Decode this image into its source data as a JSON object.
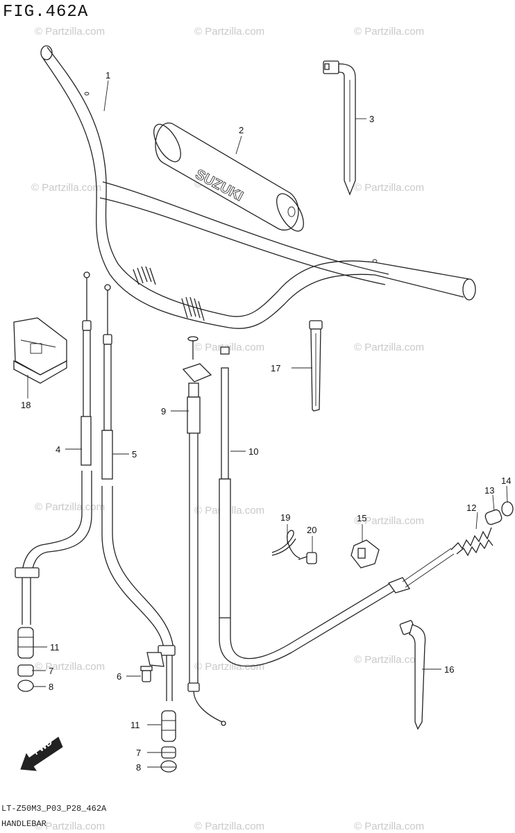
{
  "figure": {
    "title": "FIG.462A",
    "code": "LT-Z50M3_P03_P28_462A",
    "caption": "HANDLEBAR",
    "fwd_label": "FWD",
    "brand_text": "SUZUKI"
  },
  "watermark": {
    "text": "© Partzilla.com"
  },
  "callouts": [
    "1",
    "2",
    "3",
    "4",
    "5",
    "6",
    "7",
    "8",
    "9",
    "10",
    "11",
    "12",
    "13",
    "14",
    "15",
    "16",
    "17",
    "18",
    "19",
    "20"
  ]
}
